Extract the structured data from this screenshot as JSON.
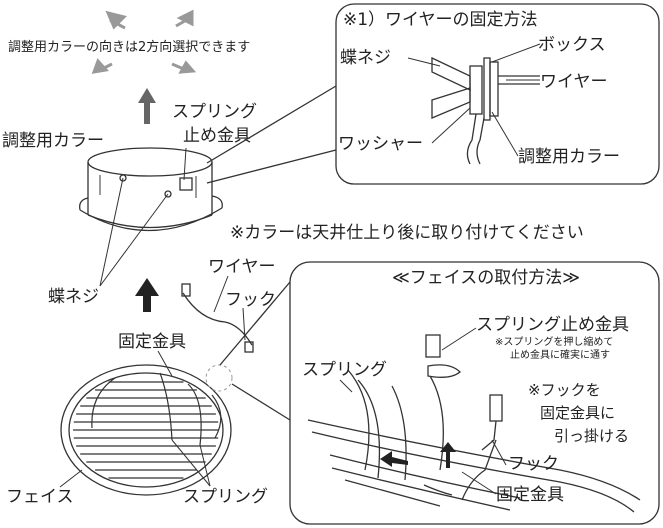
{
  "top": {
    "collar_note": "調整用カラーの向きは2方向選択できます",
    "spring_clip": "スプリング\n止め金具",
    "collar": "調整用カラー",
    "wingnut": "蝶ネジ",
    "wire": "ワイヤー",
    "hook": "フック",
    "fixing_bracket": "固定金具",
    "face": "フェイス",
    "spring": "スプリング"
  },
  "note_collar_install": "※カラーは天井仕上り後に取り付けてください",
  "callout_wire": {
    "title": "※1）ワイヤーの固定方法",
    "wingnut": "蝶ネジ",
    "box": "ボックス",
    "wire": "ワイヤー",
    "washer": "ワッシャー",
    "collar": "調整用カラー"
  },
  "callout_face": {
    "title": "≪フェイスの取付方法≫",
    "spring_clip": "スプリング止め金具",
    "spring_clip_note": "※スプリングを押し縮めて\n止め金具に確実に通す",
    "spring": "スプリング",
    "hook_note": "※フックを\n固定金具に\n引っ掛ける",
    "hook": "フック",
    "fixing_bracket": "固定金具"
  }
}
